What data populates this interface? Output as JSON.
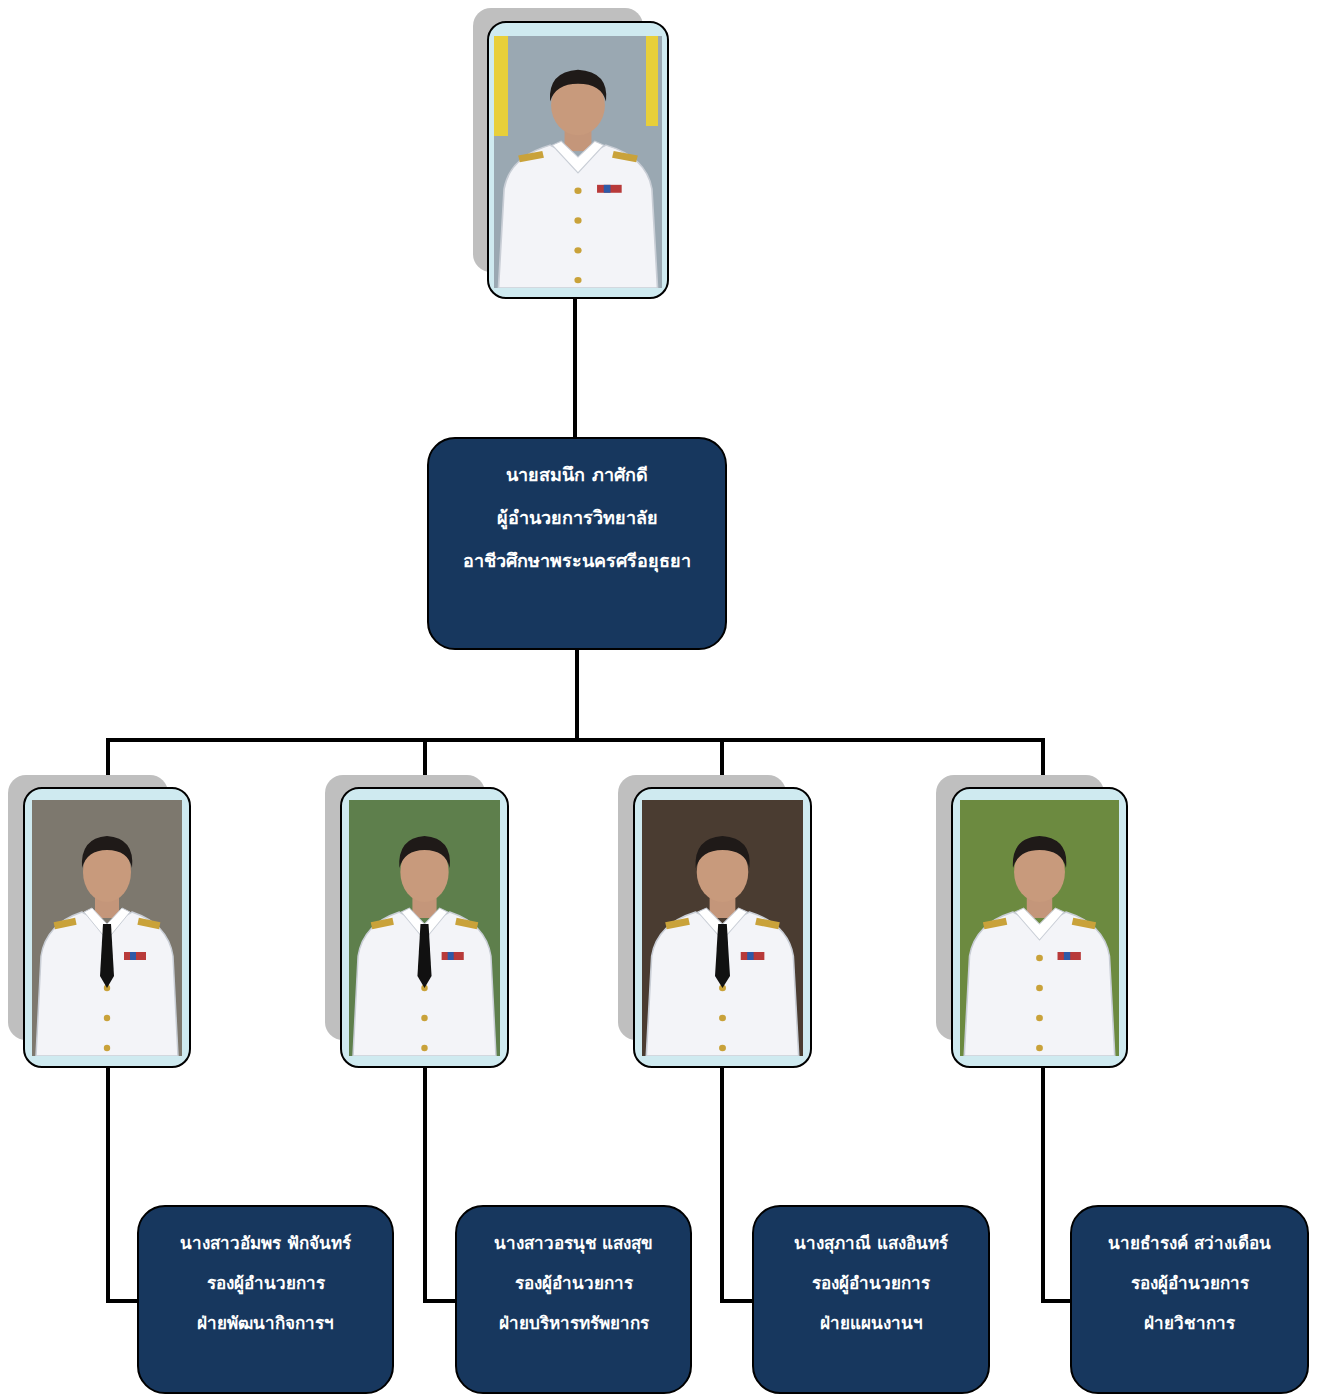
{
  "diagram": {
    "nodes": [
      {
        "text": [
          "นายสมนึก ภาศักดี",
          "ผู้อำนวยการวิทยาลัย",
          "อาชีวศึกษาพระนครศรีอยุธยา"
        ]
      },
      {
        "text": [
          "นางสาวอัมพร ฟักจันทร์",
          "รองผู้อำนวยการ",
          "ฝ่ายพัฒนากิจการฯ"
        ]
      },
      {
        "text": [
          "นางสาวอรนุช แสงสุข",
          "รองผู้อำนวยการ",
          "ฝ่ายบริหารทรัพยากร"
        ]
      },
      {
        "text": [
          "นางสุภาณี แสงอินทร์",
          "รองผู้อำนวยการ",
          "ฝ่ายแผนงานฯ"
        ]
      },
      {
        "text": [
          "นายธำรงค์ สว่างเดือน",
          "รองผู้อำนวยการ",
          "ฝ่ายวิชาการ"
        ]
      }
    ],
    "edges": [
      {
        "from": 0,
        "to": 1,
        "arrow": "none"
      },
      {
        "from": 0,
        "to": 2,
        "arrow": "none"
      },
      {
        "from": 0,
        "to": 3,
        "arrow": "none"
      },
      {
        "from": 0,
        "to": 4,
        "arrow": "none"
      }
    ]
  }
}
